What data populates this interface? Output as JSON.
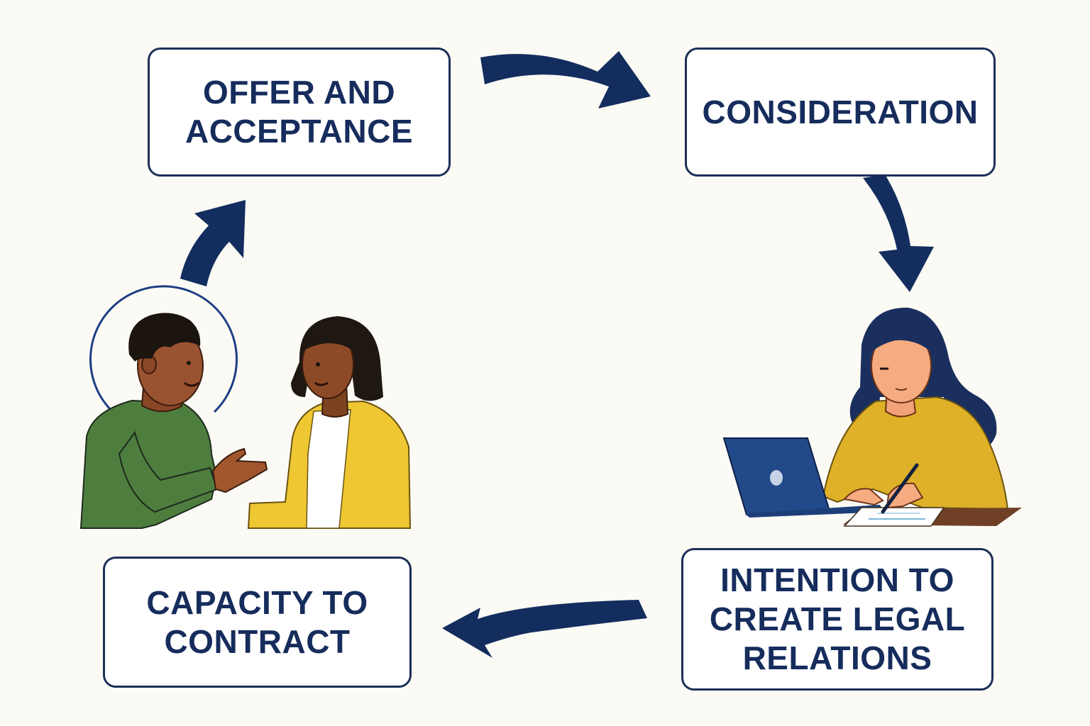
{
  "diagram": {
    "stages": [
      {
        "label": "OFFER AND\nACCEPTANCE"
      },
      {
        "label": "CONSIDERATION"
      },
      {
        "label": "INTENTION TO\nCREATE LEGAL\nRELATIONS"
      },
      {
        "label": "CAPACITY TO\nCONTRACT"
      }
    ],
    "flow": "clockwise cycle",
    "illustrations": [
      {
        "name": "two-people-conversation",
        "position": "left"
      },
      {
        "name": "woman-at-laptop-writing",
        "position": "right"
      }
    ]
  },
  "colors": {
    "background": "#fcfaf5",
    "box_border": "#1d2f57",
    "text": "#162c5c",
    "arrow": "#132d5e",
    "green_shirt": "#4e7e3e",
    "yellow_jacket": "#eec733",
    "mustard_sweater": "#deb128",
    "laptop": "#22498a"
  }
}
